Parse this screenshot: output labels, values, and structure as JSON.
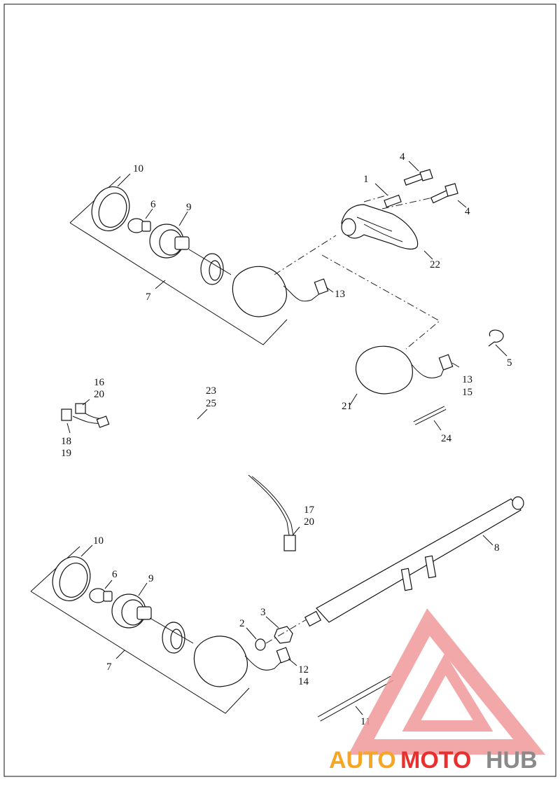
{
  "diagram": {
    "labels": {
      "l1": "1",
      "l2": "2",
      "l3": "3",
      "l4a": "4",
      "l4b": "4",
      "l5": "5",
      "l6a": "6",
      "l6b": "6",
      "l7a": "7",
      "l7b": "7",
      "l8": "8",
      "l9a": "9",
      "l9b": "9",
      "l10a": "10",
      "l10b": "10",
      "l11": "11",
      "l12": "12",
      "l13a": "13",
      "l13b": "13",
      "l14": "14",
      "l15": "15",
      "l16": "16",
      "l17": "17",
      "l18": "18",
      "l19": "19",
      "l20a": "20",
      "l20b": "20",
      "l21": "21",
      "l22": "22",
      "l23": "23",
      "l24": "24",
      "l25": "25"
    }
  },
  "watermark": {
    "part1": "AUTO",
    "part2": "MOTO",
    "part3": "HUB",
    "colors": {
      "red": "#e8302e",
      "orange": "#f5a623",
      "gray": "#8a8a8a",
      "logo": "#f09a9a"
    }
  }
}
